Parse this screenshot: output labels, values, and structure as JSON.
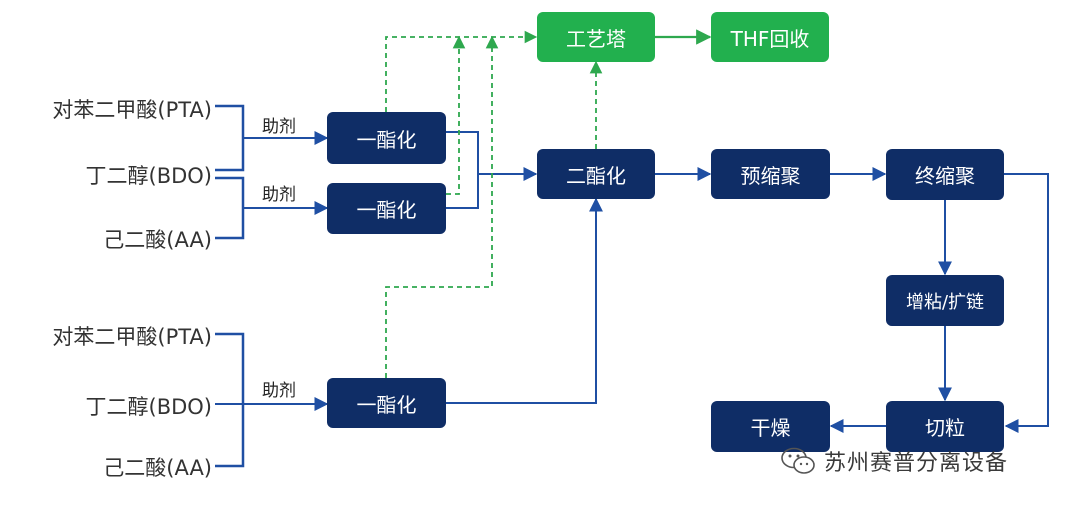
{
  "feeds": {
    "group1": {
      "pta": "对苯二甲酸(PTA)",
      "bdo": "丁二醇(BDO)",
      "aa": "己二酸(AA)"
    },
    "group2": {
      "pta": "对苯二甲酸(PTA)",
      "bdo": "丁二醇(BDO)",
      "aa": "己二酸(AA)"
    }
  },
  "agents": {
    "a1": "助剂",
    "a2": "助剂",
    "a3": "助剂"
  },
  "nodes": {
    "ester1_top": "一酯化",
    "ester1_mid": "一酯化",
    "ester1_bottom": "一酯化",
    "ester2": "二酯化",
    "precondensation": "预缩聚",
    "final_condensation": "终缩聚",
    "tackify_extend": "增粘/扩链",
    "pelletizing": "切粒",
    "drying": "干燥",
    "process_tower": "工艺塔",
    "thf_recovery": "THF回收"
  },
  "colors": {
    "process": "#0f2d66",
    "recovery": "#22b04e",
    "flow": "#1f4fa3",
    "vapor": "#2ea84e"
  },
  "watermark": {
    "text": "苏州赛普分离设备",
    "icon": "wechat-icon"
  }
}
